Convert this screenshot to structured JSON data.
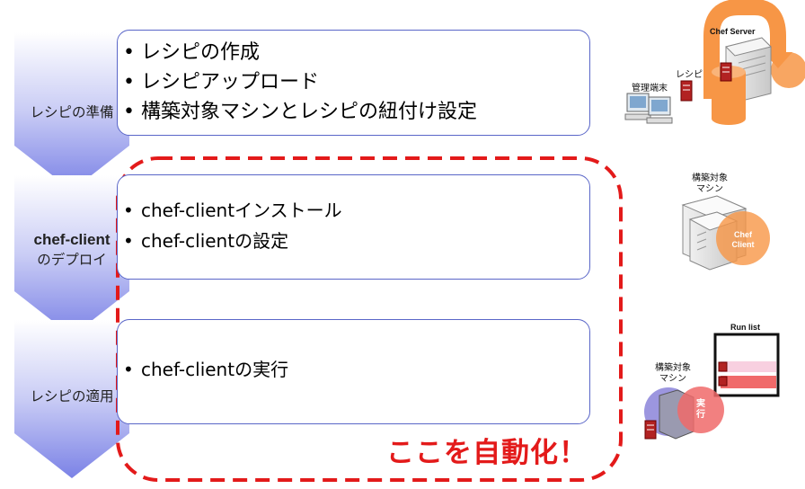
{
  "steps": [
    {
      "label_line1": "レシピの準備",
      "label_line2": "",
      "items": [
        "レシピの作成",
        "レシピアップロード",
        "構築対象マシンとレシピの紐付け設定"
      ]
    },
    {
      "label_line1": "chef-client",
      "label_line2": "のデプロイ",
      "items": [
        "chef-clientインストール",
        "chef-clientの設定"
      ]
    },
    {
      "label_line1": "レシピの適用",
      "label_line2": "",
      "items": [
        "chef-clientの実行"
      ]
    }
  ],
  "automation_label": "ここを自動化！",
  "illustrations": {
    "server_label": "Chef Server",
    "recipe_label": "レシピ",
    "admin_label": "管理端末",
    "target1_label_line1": "構築対象",
    "target1_label_line2": "マシン",
    "client_label_line1": "Chef",
    "client_label_line2": "Client",
    "runlist_label": "Run list",
    "target2_label_line1": "構築対象",
    "target2_label_line2": "マシン",
    "exec_label_line1": "実",
    "exec_label_line2": "行"
  },
  "colors": {
    "chevron_top": "#ffffff",
    "chevron_bottom": "#7b82e6",
    "box_border": "#5a66c8",
    "automation_red": "#e31a1a",
    "chef_orange": "#f79646"
  }
}
